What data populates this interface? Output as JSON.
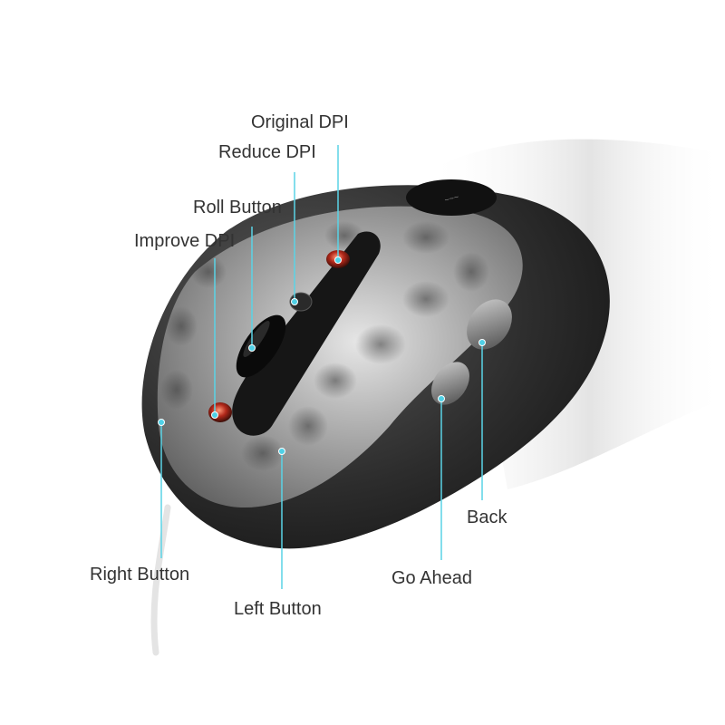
{
  "callouts": {
    "original_dpi": "Original DPI",
    "reduce_dpi": "Reduce DPI",
    "roll_button": "Roll Button",
    "improve_dpi": "Improve DPI",
    "right_button": "Right Button",
    "left_button": "Left Button",
    "go_ahead": "Go Ahead",
    "back": "Back"
  },
  "colors": {
    "leader_line": "#5ad3e6",
    "dot": "#4fd0e6",
    "label_text": "#333333",
    "mouse_shell": "#2c2c2c",
    "mouse_top": "#8a8a8a",
    "indicator": "#c0301e"
  }
}
